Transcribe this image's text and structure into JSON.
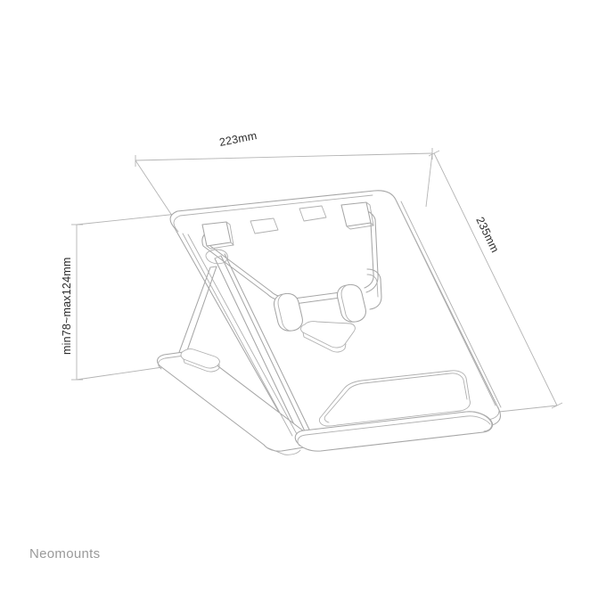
{
  "product": {
    "brand": "Neomounts",
    "type": "laptop-stand-technical-drawing",
    "view": "isometric"
  },
  "dimensions": {
    "width": {
      "label": "223mm",
      "value": 223,
      "unit": "mm",
      "placement": "top",
      "rotation_deg": -11
    },
    "depth": {
      "label": "235mm",
      "value": 235,
      "unit": "mm",
      "placement": "right",
      "rotation_deg": 64
    },
    "height": {
      "label": "min78~max124mm",
      "min": 78,
      "max": 124,
      "unit": "mm",
      "placement": "left",
      "rotation_deg": -90
    }
  },
  "colors": {
    "background": "#ffffff",
    "line": "#a6a6a6",
    "line_light": "#bcbcbc",
    "dimension_line": "#b4b4b4",
    "dimension_text": "#2b2b2b",
    "brand_text": "#9a9a9a"
  },
  "features": {
    "vent_slots": 2,
    "laptop_clips": 4,
    "base_feet": 2,
    "front_lip_cutout": 1
  }
}
